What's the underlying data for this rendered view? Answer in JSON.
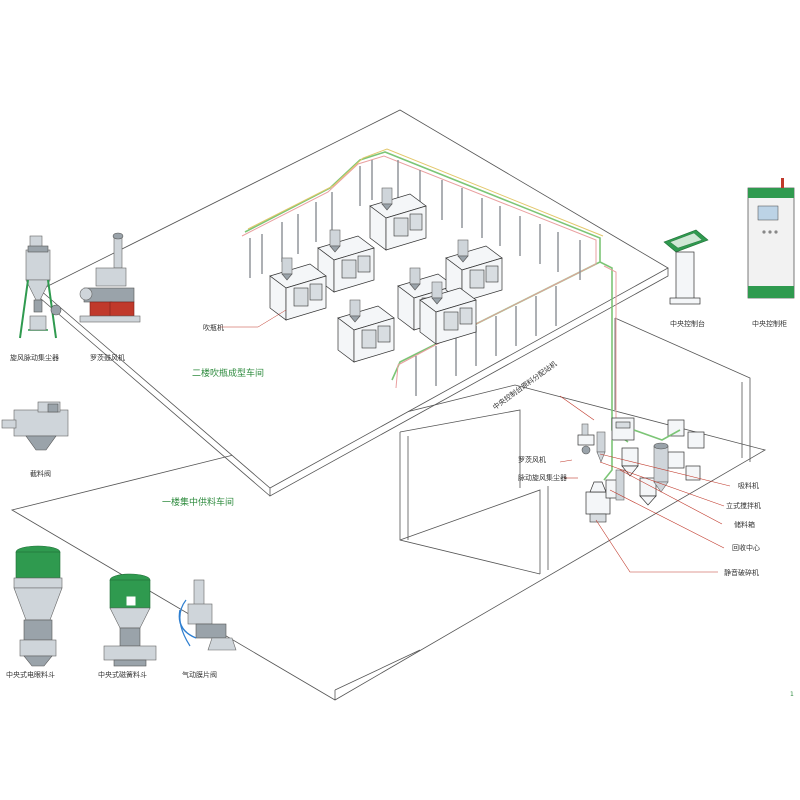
{
  "labels": {
    "blow_molding_machine": "吹瓶机",
    "second_floor_workshop": "二楼吹瓶成型车间",
    "first_floor_workshop": "一楼集中供料车间",
    "cyclone_pulse_dust_collector": "旋风脉动集尘器",
    "roots_blower_left": "罗茨鼓风机",
    "discharge_valve": "截料阀",
    "central_control_console": "中央控制台",
    "central_control_cabinet": "中央控制柜",
    "central_control_raw_material_station": "中央控制台原料分配站机",
    "roots_blower_inner": "罗茨风机",
    "pulse_cyclone_collector": "脉动旋风集尘器",
    "suction_machine": "吸料机",
    "vertical_mixer": "立式搅拌机",
    "storage_bin": "储料箱",
    "recycling_center": "回收中心",
    "silent_crusher": "静音破碎机",
    "central_electric_eye_hopper": "中央式电眼料斗",
    "central_magnetic_spring_hopper": "中央式磁簧料斗",
    "pneumatic_diaphragm_valve": "气动膜片阀",
    "page_number": "1"
  },
  "colors": {
    "accent_green": "#2e8b3e",
    "equipment_green": "#2f9a4f",
    "leader_red": "#c0392b",
    "pipe_green": "#7cc576",
    "pipe_pink": "#e9a0a0",
    "pipe_yellow": "#e3c76b"
  }
}
